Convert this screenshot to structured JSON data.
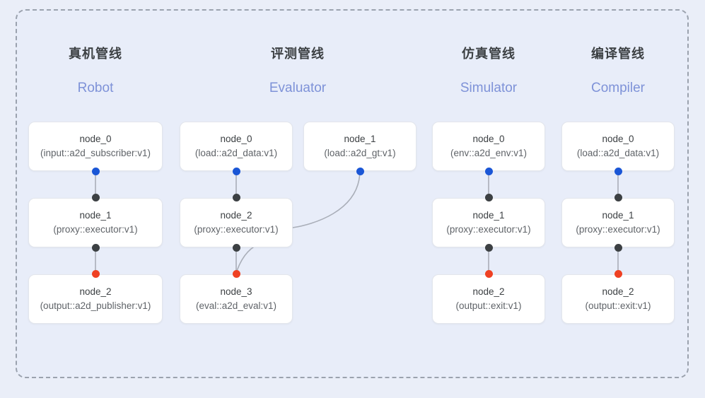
{
  "diagram": {
    "background_color": "#eaeef8",
    "panel_color": "#e8edf9",
    "frame_border_color": "#9ba2ae",
    "title_color": "#3c4043",
    "subtitle_color": "#7e92d8",
    "port_colors": {
      "output": "#1a56d6",
      "input": "#3c4043",
      "terminal": "#ef4123"
    },
    "edge_color": "#9aa0a6"
  },
  "columns": [
    {
      "zh": "真机管线",
      "en": "Robot",
      "nodes": [
        {
          "title": "node_0",
          "sub": "(input::a2d_subscriber:v1)"
        },
        {
          "title": "node_1",
          "sub": "(proxy::executor:v1)"
        },
        {
          "title": "node_2",
          "sub": "(output::a2d_publisher:v1)"
        }
      ]
    },
    {
      "zh": "评测管线",
      "en": "Evaluator",
      "nodes": [
        {
          "title": "node_0",
          "sub": "(load::a2d_data:v1)"
        },
        {
          "title": "node_1",
          "sub": "(load::a2d_gt:v1)"
        },
        {
          "title": "node_2",
          "sub": "(proxy::executor:v1)"
        },
        {
          "title": "node_3",
          "sub": "(eval::a2d_eval:v1)"
        }
      ]
    },
    {
      "zh": "仿真管线",
      "en": "Simulator",
      "nodes": [
        {
          "title": "node_0",
          "sub": "(env::a2d_env:v1)"
        },
        {
          "title": "node_1",
          "sub": "(proxy::executor:v1)"
        },
        {
          "title": "node_2",
          "sub": "(output::exit:v1)"
        }
      ]
    },
    {
      "zh": "编译管线",
      "en": "Compiler",
      "nodes": [
        {
          "title": "node_0",
          "sub": "(load::a2d_data:v1)"
        },
        {
          "title": "node_1",
          "sub": "(proxy::executor:v1)"
        },
        {
          "title": "node_2",
          "sub": "(output::exit:v1)"
        }
      ]
    }
  ]
}
